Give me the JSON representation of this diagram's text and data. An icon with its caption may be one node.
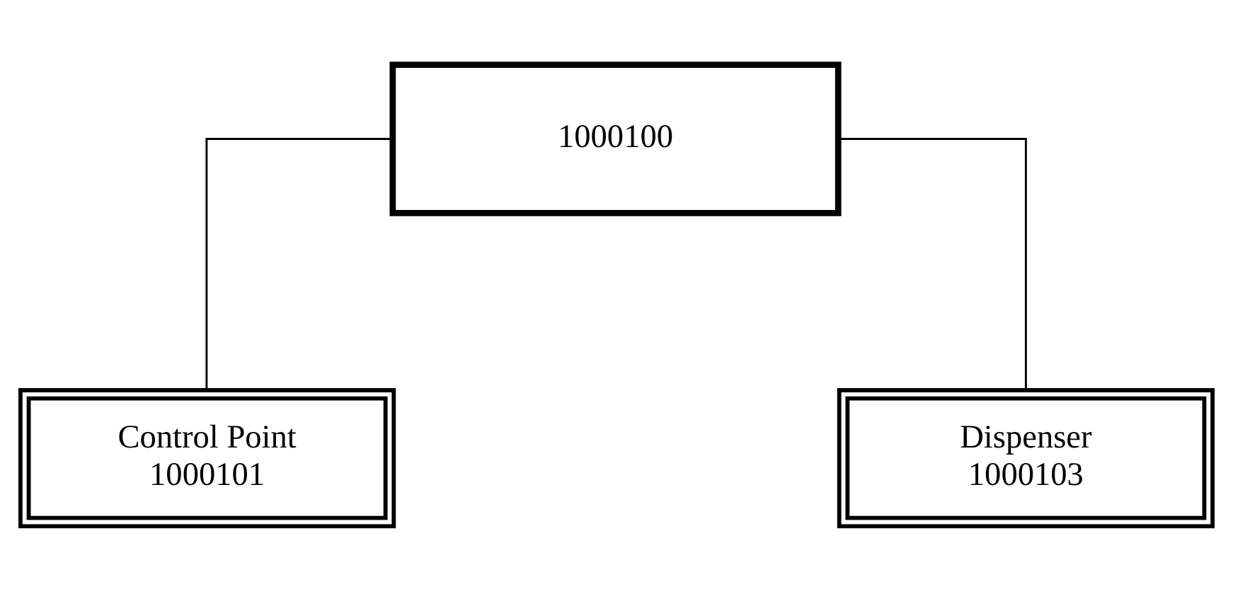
{
  "diagram": {
    "nodes": [
      {
        "text": [
          "1000100"
        ]
      },
      {
        "text": [
          "Control Point",
          "1000101"
        ]
      },
      {
        "text": [
          "Dispenser",
          "1000103"
        ]
      }
    ],
    "edges": [
      {
        "from": 0,
        "to": 1,
        "arrow": "none"
      },
      {
        "from": 0,
        "to": 2,
        "arrow": "none"
      }
    ]
  }
}
